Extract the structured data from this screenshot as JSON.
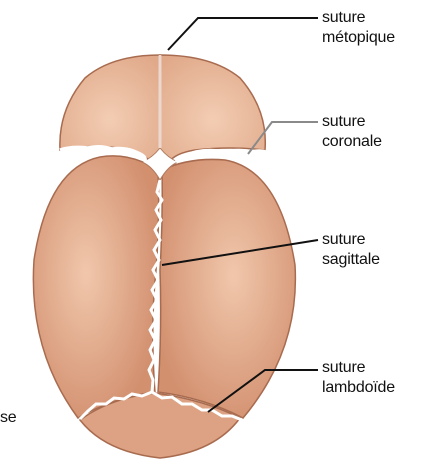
{
  "labels": {
    "metopique": {
      "line1": "suture",
      "line2": "métopique"
    },
    "coronale": {
      "line1": "suture",
      "line2": "coronale"
    },
    "sagittale": {
      "line1": "suture",
      "line2": "sagittale"
    },
    "lambdoide": {
      "line1": "suture",
      "line2": "lambdoïde"
    },
    "edge_fragment": "se"
  },
  "colors": {
    "bone_frontal": "#e9b697",
    "bone_parietal": "#d99a7a",
    "bone_occipital": "#dca283",
    "bone_outline": "#a86b4f",
    "suture": "#ffffff",
    "leader_dark": "#111111",
    "leader_gray": "#8a8a8a"
  }
}
